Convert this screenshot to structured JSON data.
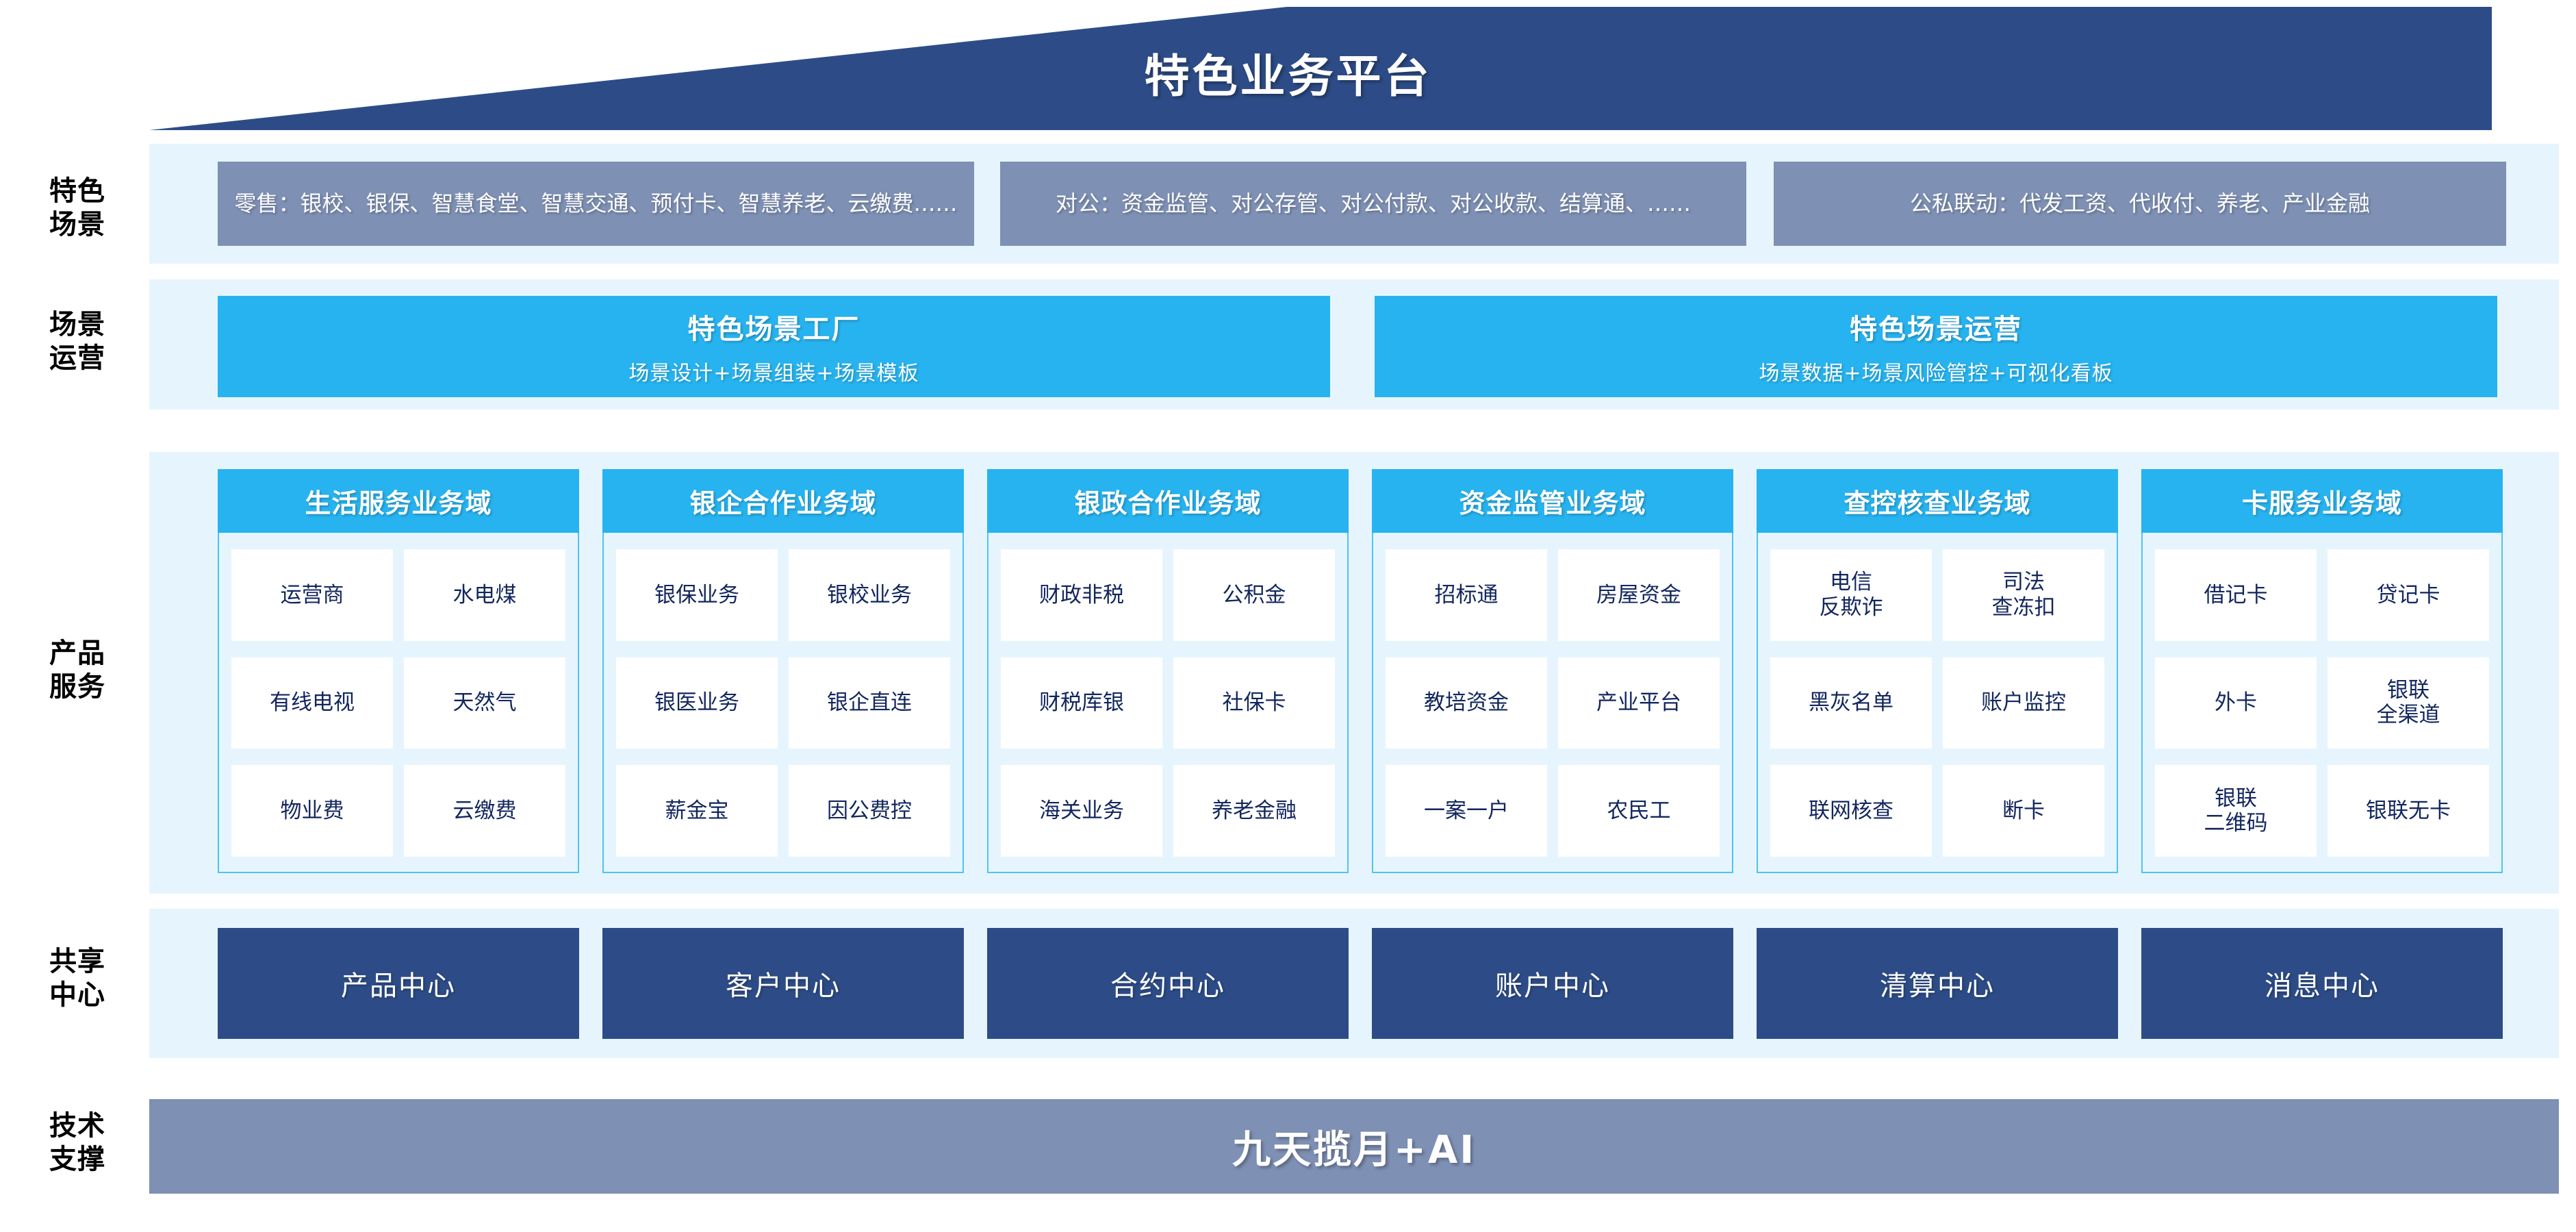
{
  "colors": {
    "roof": "#2d4c87",
    "panel_bg": "#e6f5fd",
    "cyan": "#27b3ef",
    "slate": "#7e90b4",
    "navy": "#2d4c87",
    "cell_text": "#12265e",
    "card_border": "#4fc3f4"
  },
  "banner": {
    "title": "特色业务平台"
  },
  "row_labels": [
    {
      "id": "scenario",
      "text": "特色\n场景"
    },
    {
      "id": "operation",
      "text": "场景\n运营"
    },
    {
      "id": "product",
      "text": "产品\n服务"
    },
    {
      "id": "shared",
      "text": "共享\n中心"
    },
    {
      "id": "tech",
      "text": "技术\n支撑"
    }
  ],
  "scenario_row": {
    "boxes": [
      {
        "id": "retail",
        "text": "零售：银校、银保、智慧食堂、智慧交通、预付卡、智慧养老、云缴费……"
      },
      {
        "id": "corporate",
        "text": "对公：资金监管、对公存管、对公付款、对公收款、结算通、……"
      },
      {
        "id": "linkage",
        "text": "公私联动：代发工资、代收付、养老、产业金融"
      }
    ]
  },
  "operation_row": {
    "boxes": [
      {
        "id": "factory",
        "title": "特色场景工厂",
        "subtitle": "场景设计+场景组装+场景模板"
      },
      {
        "id": "operate",
        "title": "特色场景运营",
        "subtitle": "场景数据+场景风险管控+可视化看板"
      }
    ]
  },
  "product_row": {
    "domains": [
      {
        "id": "life-service",
        "title": "生活服务业务域",
        "cells": [
          "运营商",
          "水电煤",
          "有线电视",
          "天然气",
          "物业费",
          "云缴费"
        ]
      },
      {
        "id": "bank-enterprise",
        "title": "银企合作业务域",
        "cells": [
          "银保业务",
          "银校业务",
          "银医业务",
          "银企直连",
          "薪金宝",
          "因公费控"
        ]
      },
      {
        "id": "bank-government",
        "title": "银政合作业务域",
        "cells": [
          "财政非税",
          "公积金",
          "财税库银",
          "社保卡",
          "海关业务",
          "养老金融"
        ]
      },
      {
        "id": "fund-supervision",
        "title": "资金监管业务域",
        "cells": [
          "招标通",
          "房屋资金",
          "教培资金",
          "产业平台",
          "一案一户",
          "农民工"
        ]
      },
      {
        "id": "inquiry-control",
        "title": "查控核查业务域",
        "cells": [
          "电信\n反欺诈",
          "司法\n查冻扣",
          "黑灰名单",
          "账户监控",
          "联网核查",
          "断卡"
        ]
      },
      {
        "id": "card-service",
        "title": "卡服务业务域",
        "cells": [
          "借记卡",
          "贷记卡",
          "外卡",
          "银联\n全渠道",
          "银联\n二维码",
          "银联无卡"
        ]
      }
    ]
  },
  "shared_row": {
    "centers": [
      {
        "id": "product-center",
        "label": "产品中心"
      },
      {
        "id": "customer-center",
        "label": "客户中心"
      },
      {
        "id": "contract-center",
        "label": "合约中心"
      },
      {
        "id": "account-center",
        "label": "账户中心"
      },
      {
        "id": "clearing-center",
        "label": "清算中心"
      },
      {
        "id": "message-center",
        "label": "消息中心"
      }
    ]
  },
  "tech_row": {
    "label": "九天揽月+AI"
  }
}
